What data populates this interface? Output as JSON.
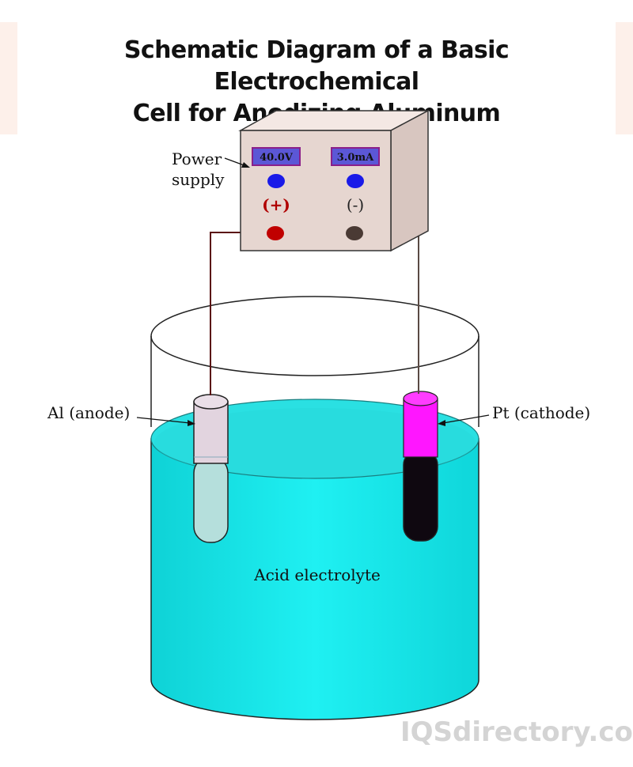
{
  "title": {
    "line1": "Schematic Diagram of a Basic Electrochemical",
    "line2": "Cell for Anodizing Aluminum"
  },
  "power_supply": {
    "label_line1": "Power",
    "label_line2": "supply",
    "voltage_display": "40.0V",
    "current_display": "3.0mA",
    "positive_terminal": "(+)",
    "negative_terminal": "(-)"
  },
  "electrodes": {
    "anode_label": "Al (anode)",
    "cathode_label": "Pt (cathode)"
  },
  "electrolyte_label": "Acid electrolyte",
  "watermark": "IQSdirectory.com",
  "colors": {
    "electrolyte": "#14e6ea",
    "box_face": "#e8d8d2",
    "display_bg": "#5b57d6",
    "display_border": "#8a1f8a",
    "knob": "#1a1ae8",
    "positive": "#c00000",
    "negative": "#4a3a34",
    "cathode_top": "#ff14ff",
    "cathode_bottom": "#100810",
    "anode_top": "#e3d6e0",
    "anode_bottom": "#b4ddda"
  }
}
